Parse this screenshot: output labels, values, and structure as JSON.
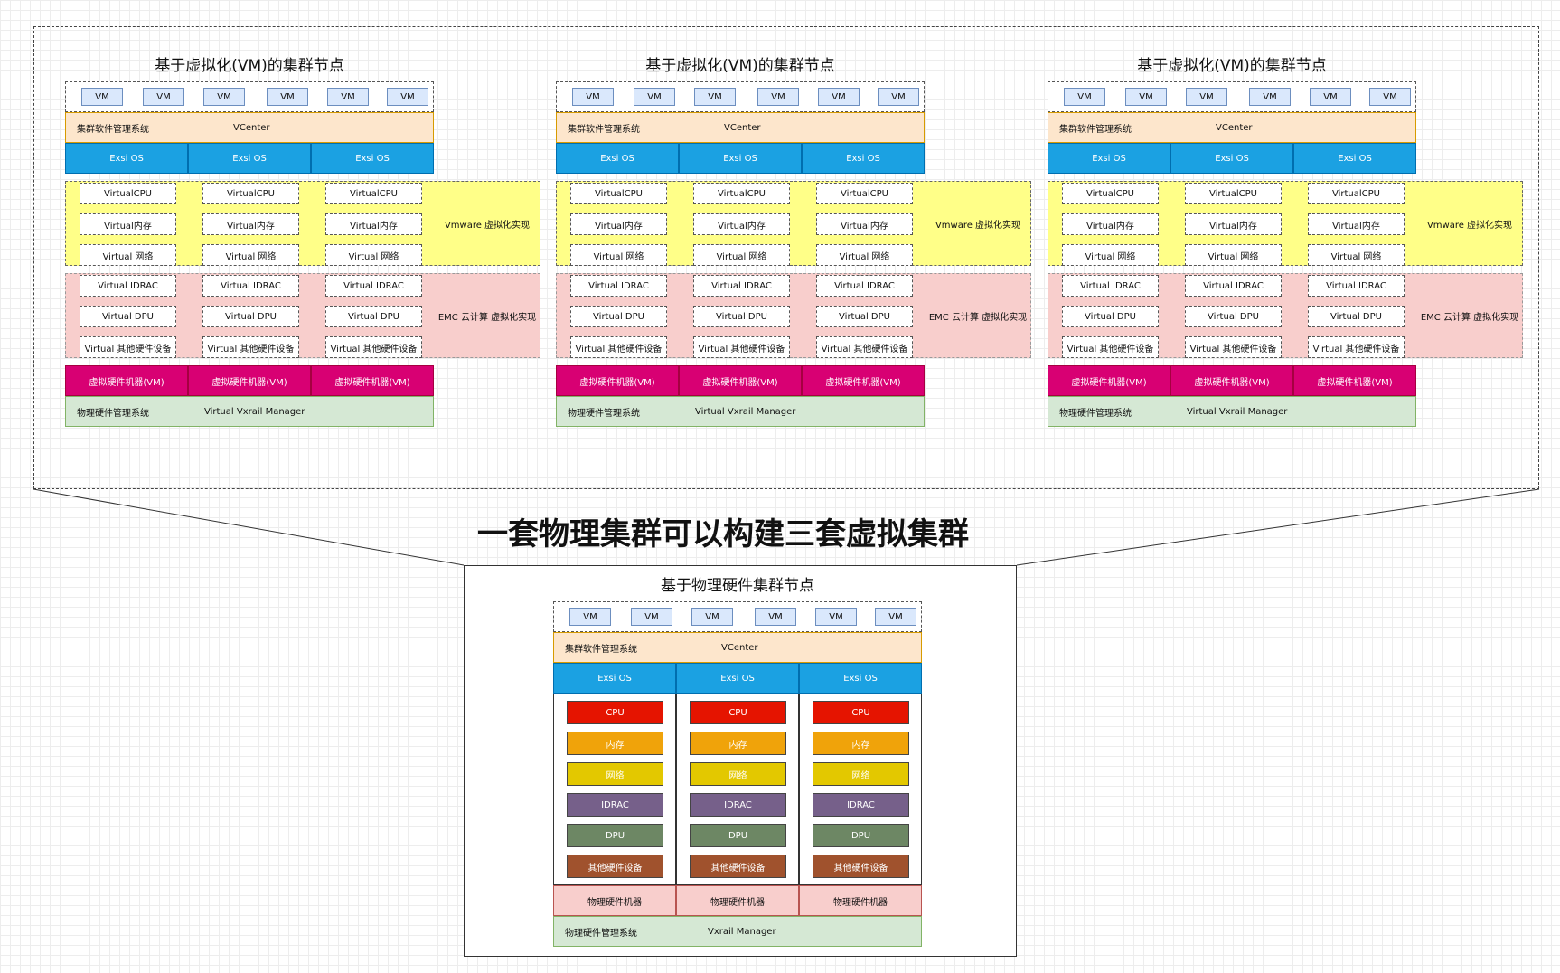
{
  "heading": "一套物理集群可以构建三套虚拟集群",
  "virtual_cluster": {
    "title": "基于虚拟化(VM)的集群节点",
    "vm_label": "VM",
    "mgmt_label": "集群软件管理系统",
    "vcenter": "VCenter",
    "esxi": "Exsi OS",
    "virtual_cpu": "VirtualCPU",
    "virtual_mem": "Virtual内存",
    "virtual_net": "Virtual 网络",
    "virtual_idrac": "Virtual IDRAC",
    "virtual_dpu": "Virtual DPU",
    "virtual_other": "Virtual 其他硬件设备",
    "vmware_label": "Vmware 虚拟化实现",
    "emc_label": "EMC 云计算 虚拟化实现",
    "hw_vm": "虚拟硬件机器(VM)",
    "phys_mgmt": "物理硬件管理系统",
    "vxrail": "Virtual Vxrail Manager"
  },
  "physical_cluster": {
    "title": "基于物理硬件集群节点",
    "vm_label": "VM",
    "mgmt_label": "集群软件管理系统",
    "vcenter": "VCenter",
    "esxi": "Exsi OS",
    "cpu": "CPU",
    "mem": "内存",
    "net": "网络",
    "idrac": "IDRAC",
    "dpu": "DPU",
    "other": "其他硬件设备",
    "machine": "物理硬件机器",
    "phys_mgmt": "物理硬件管理系统",
    "vxrail": "Vxrail Manager"
  },
  "colors": {
    "vm_fill": "#dae8fc",
    "mgmt_fill": "#fde6cc",
    "esxi_fill": "#1ba1e2",
    "vmware_fill": "#ffff88",
    "emc_fill": "#f8cecc",
    "hw_vm_fill": "#d80073",
    "phys_mgmt_fill": "#d5e8d4",
    "cpu": "#e51400",
    "mem": "#f0a30a",
    "net": "#e3c800",
    "idrac": "#76608a",
    "dpu": "#6d8764",
    "other": "#a0522d"
  }
}
